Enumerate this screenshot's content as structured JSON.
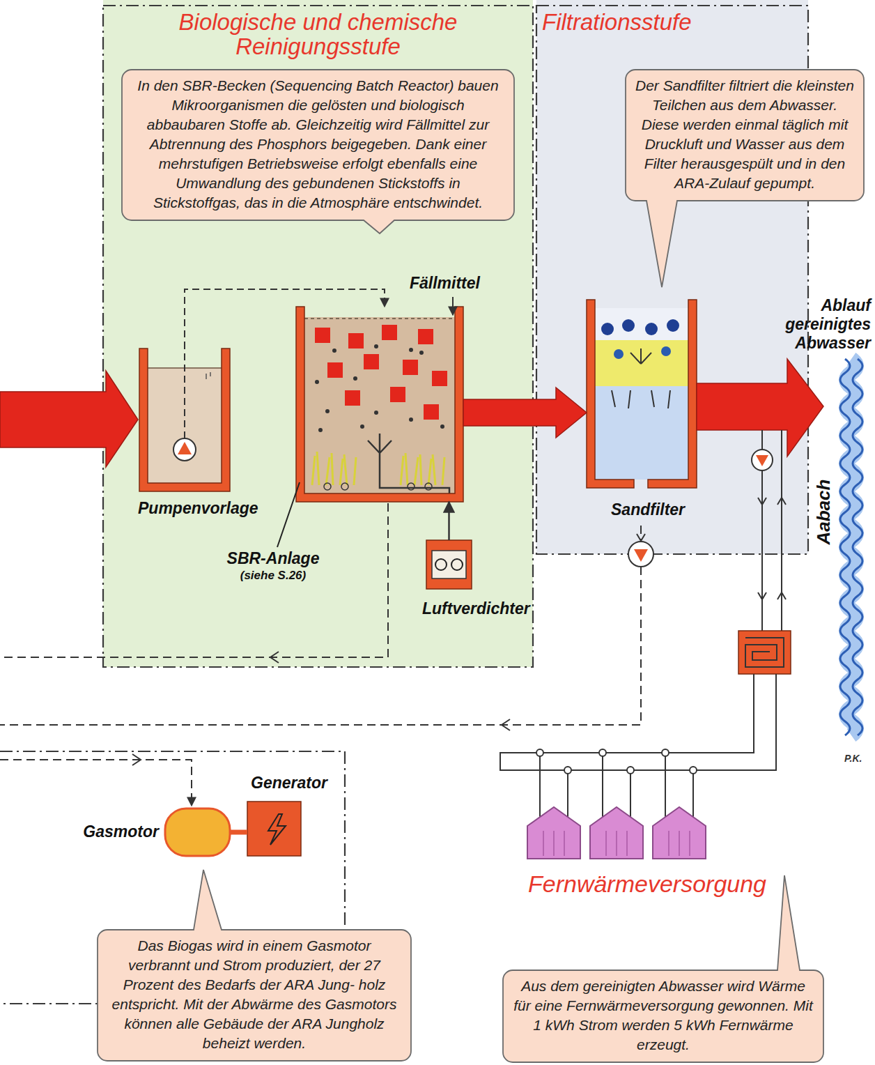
{
  "diagram": {
    "nodes": [
      {
        "text": [
          "Biologische und chemische Reinigungsstufe"
        ]
      },
      {
        "text": [
          "In den SBR-Becken (Sequencing Batch Reactor) bauen Mikroorganismen die gelösten und biologisch abbaubaren Stoffe ab. Gleichzeitig wird Fällmittel zur Abtrennung des Phosphors beigegeben. Dank einer mehrstufigen Betriebsweise erfolgt ebenfalls eine Umwandlung des gebundenen Stickstoffs in Stickstoffgas, das in die Atmosphäre entschwindet."
        ],
        "in": 0
      },
      {
        "text": [
          "Pumpenvorlage"
        ],
        "in": 0
      },
      {
        "text": [
          "SBR-Anlage",
          "(siehe S.26)"
        ],
        "in": 0
      },
      {
        "text": [
          "Luftverdichter"
        ],
        "in": 0
      },
      {
        "text": [
          "Filtrationsstufe"
        ]
      },
      {
        "text": [
          "Der Sandfilter filtriert die kleinsten Teilchen aus dem Abwasser. Diese werden einmal täglich mit Druckluft und Wasser aus dem Filter herausgespült und in den ARA-Zulauf gepumpt."
        ],
        "in": 5
      },
      {
        "text": [
          "Sandfilter"
        ],
        "in": 5
      },
      {
        "text": [
          "Generator"
        ]
      },
      {
        "text": [
          "Gasmotor"
        ]
      },
      {
        "text": [
          "Fernwärmeversorgung"
        ]
      },
      {
        "text": [
          "Das Biogas wird in einem Gasmotor verbrannt und Strom produziert, der 27 Prozent des Bedarfs der ARA Jung- holz entspricht. Mit der Abwärme des Gasmotors können alle Gebäude der ARA Jungholz beheizt werden."
        ]
      },
      {
        "text": [
          "Aus dem gereinigten Abwasser wird Wärme für eine Fernwärmeversorgung gewonnen. Mit 1 kWh Strom werden 5 kWh Fernwärme erzeugt."
        ]
      }
    ],
    "edges": [
      {
        "from": 2,
        "to": 3,
        "arrow": "to"
      },
      {
        "from": 4,
        "to": 3,
        "arrow": "to"
      },
      {
        "from": 3,
        "to": 7,
        "arrow": "to"
      },
      {
        "from": 9,
        "to": 8,
        "arrow": "none"
      }
    ],
    "labels": [
      "Fällmittel",
      "Ablauf gereinigtes Abwasser",
      "Aabach",
      "P.K."
    ]
  }
}
